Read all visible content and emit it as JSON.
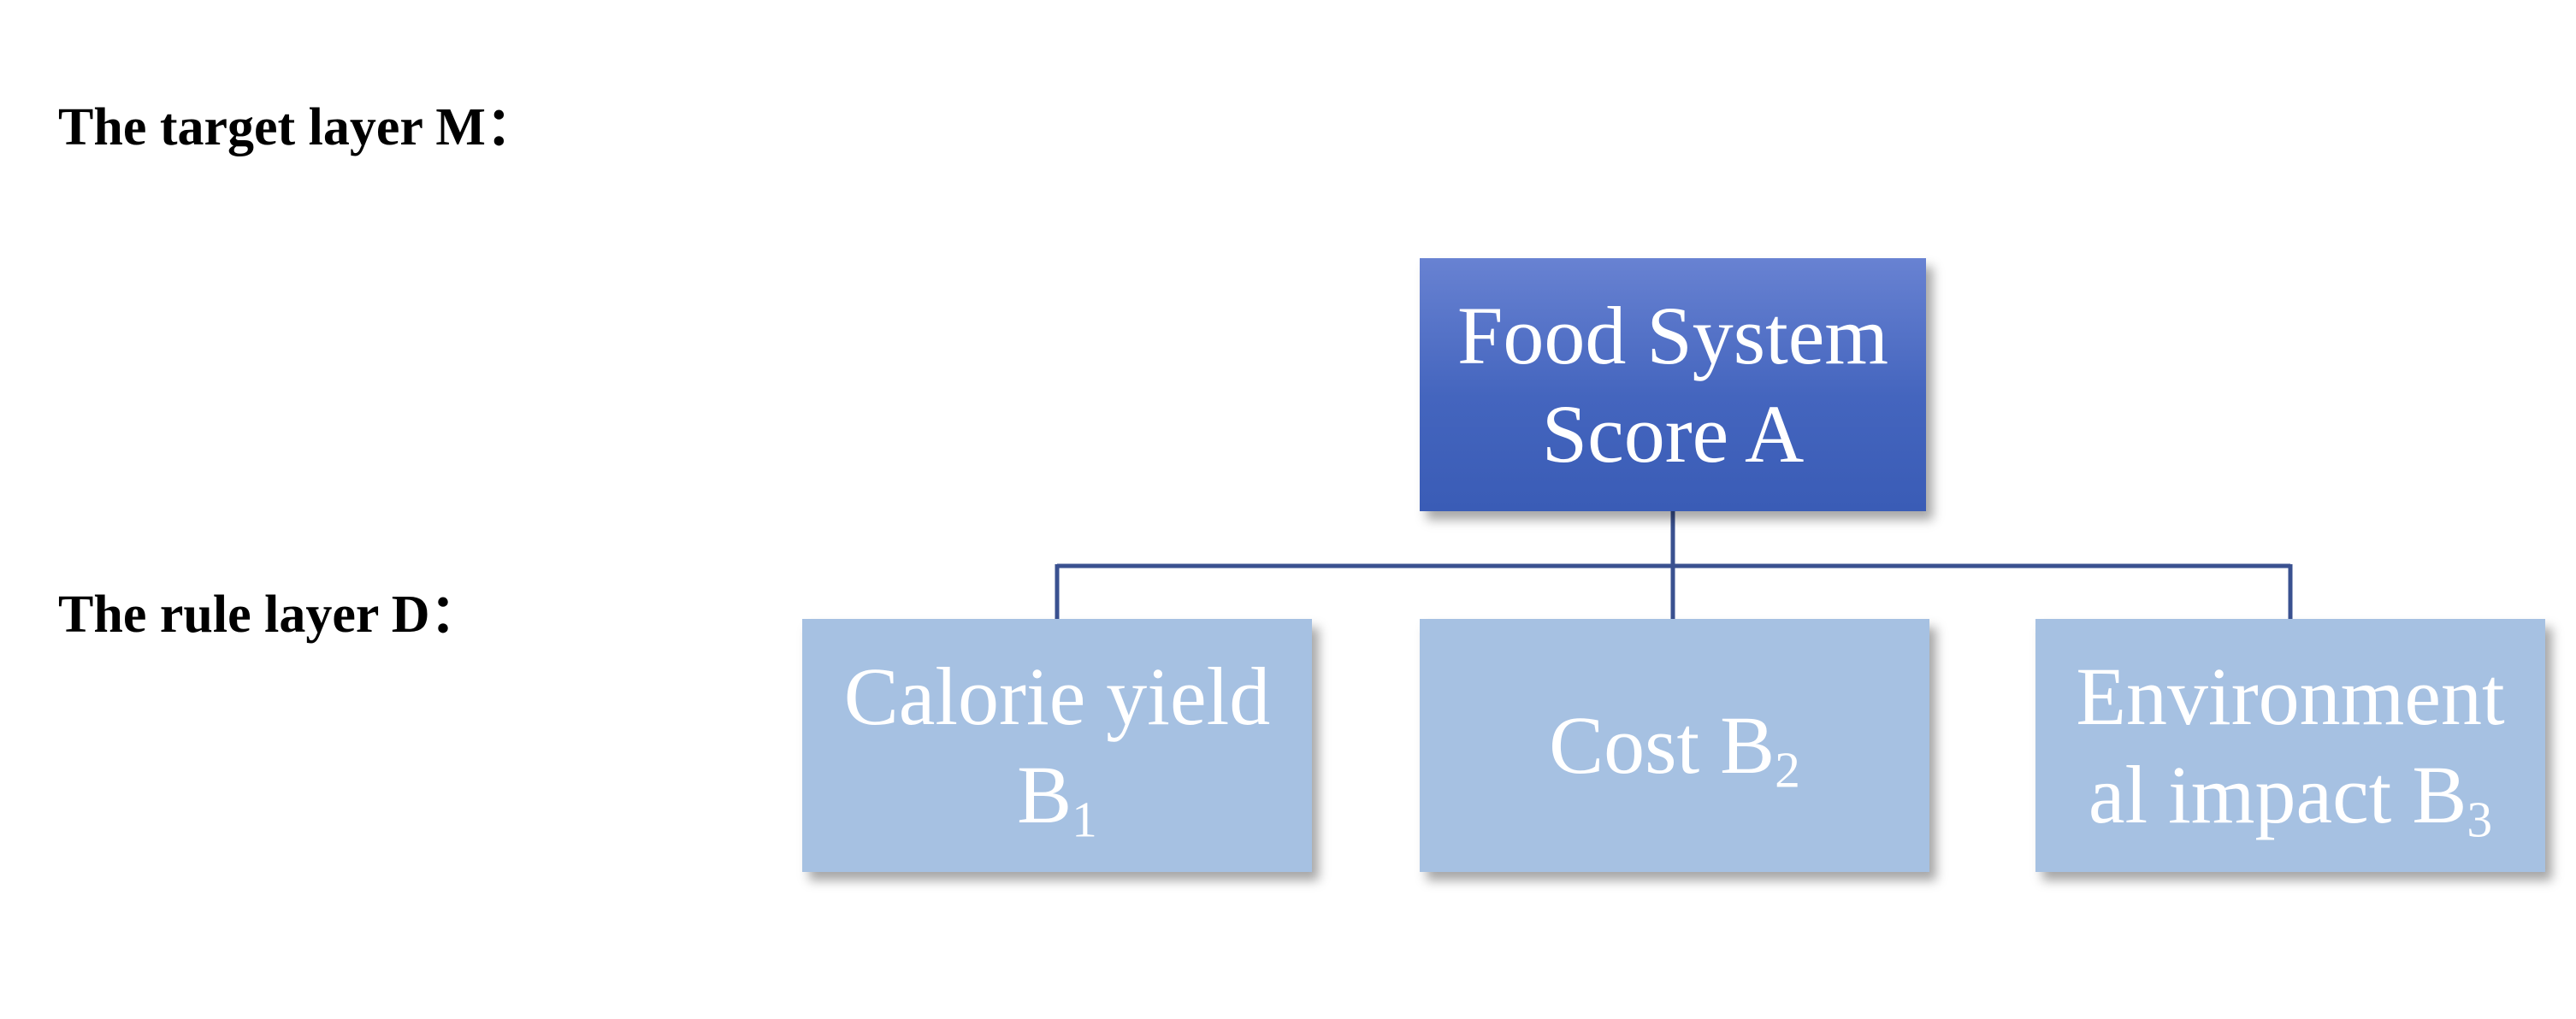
{
  "layers": {
    "target_label": "The target layer M：",
    "rule_label": "The rule layer D："
  },
  "diagram": {
    "top_node": {
      "line1": "Food System",
      "line2": "Score A"
    },
    "children": [
      {
        "line1": "Calorie yield",
        "line2_main": "B",
        "line2_sub": "1"
      },
      {
        "main": "Cost B",
        "sub": "2"
      },
      {
        "line1": "Environment",
        "line2_main": "al impact B",
        "line2_sub": "3"
      }
    ]
  },
  "colors": {
    "top_node_fill": "#4465be",
    "child_node_fill": "#a6c1e2",
    "connector": "#3a5190",
    "node_text": "#ffffff"
  }
}
